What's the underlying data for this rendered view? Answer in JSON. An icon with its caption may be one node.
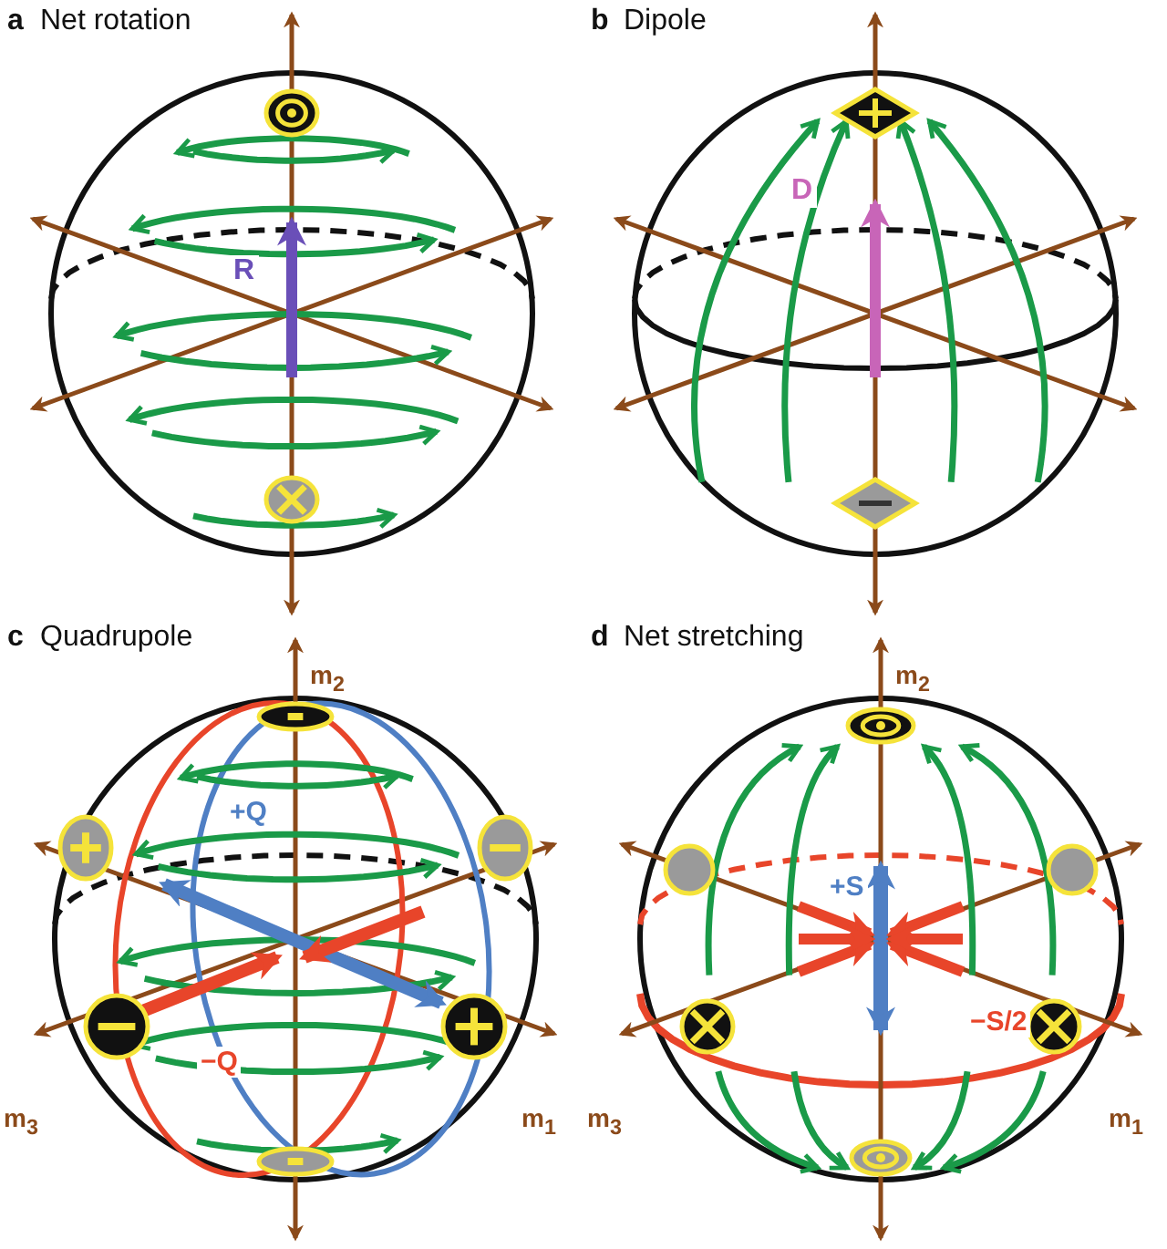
{
  "diagram": {
    "labels": [
      "a",
      "Net rotation",
      "R",
      "b",
      "Dipole",
      "D",
      "c",
      "Quadrupole",
      "m$_{2}$",
      "+Q",
      "−Q",
      "m$_{3}$",
      "m$_{1}$",
      "d",
      "Net stretching",
      "m$_{2}$",
      "+S",
      "−S/2",
      "m$_{3}$",
      "m$_{1}$"
    ]
  }
}
